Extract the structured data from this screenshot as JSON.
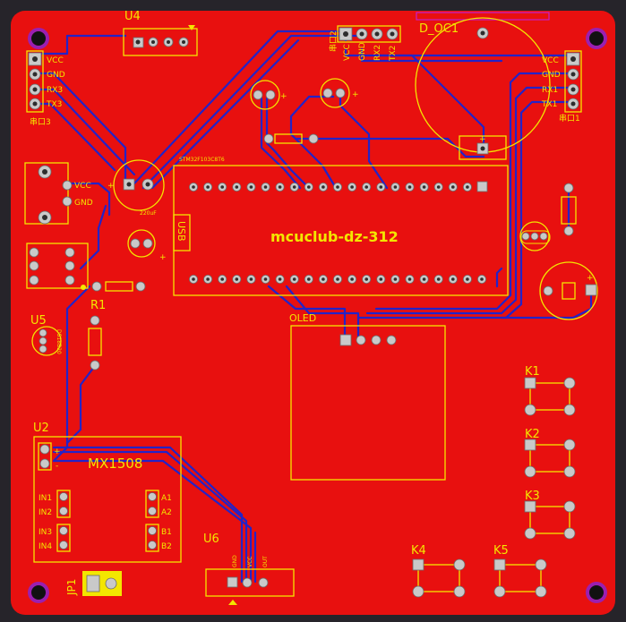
{
  "board": {
    "title": "mcuclub-dz-312",
    "colors": {
      "board": "#e8100f",
      "trace": "#2323c8",
      "silk": "#f3e600",
      "pad": "#c9c9c9",
      "outline": "#c81ec8",
      "background": "#26242a"
    }
  },
  "labels": {
    "u4": "U4",
    "u5": "U5",
    "u2": "U2",
    "u6": "U6",
    "r1": "R1",
    "jp1": "JP1",
    "oled": "OLED",
    "d_oc1": "D_OC1",
    "usb": "USB",
    "mx1508": "MX1508",
    "k1": "K1",
    "k2": "K2",
    "k3": "K3",
    "k4": "K4",
    "k5": "K5",
    "cap_value": "220uF",
    "ds18b20": "DS18B20"
  },
  "port_left": {
    "pins": [
      "VCC",
      "GND",
      "RX3",
      "TX3"
    ],
    "name": "串口3"
  },
  "port_right": {
    "pins": [
      "VCC",
      "GND",
      "RX1",
      "TX1"
    ],
    "name": "串口1"
  },
  "port_top": {
    "pins": [
      "VCC",
      "GND",
      "RX2",
      "TX2"
    ],
    "name": "串口2"
  },
  "power_input": [
    "VCC",
    "GND"
  ],
  "driver_pins": {
    "left": [
      "IN1",
      "IN2",
      "IN3",
      "IN4"
    ],
    "right": [
      "A1",
      "A2",
      "B1",
      "B2"
    ],
    "plus": "+",
    "minus": "-"
  },
  "u6_pins": [
    "GND",
    "VCC",
    "OUT"
  ],
  "mcu_name": "STM32F103C8T6"
}
